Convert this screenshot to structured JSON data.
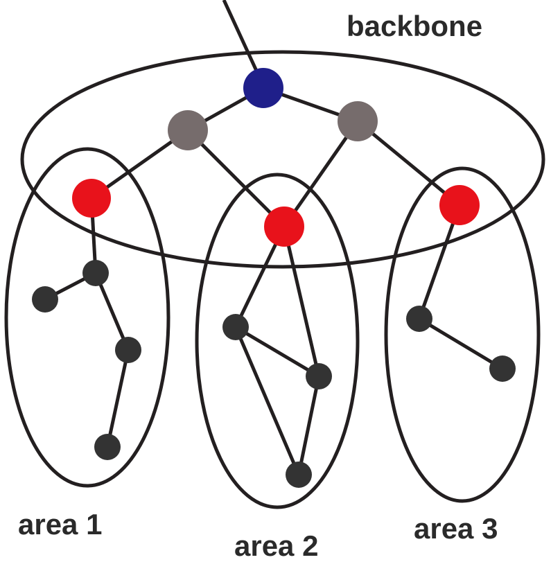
{
  "labels": {
    "backbone": "backbone",
    "area1": "area 1",
    "area2": "area 2",
    "area3": "area 3"
  },
  "colors": {
    "outline": "#231f20",
    "node_dark": "#333333",
    "node_gray": "#766c6c",
    "node_red": "#e8121b",
    "node_blue": "#1f1f8a",
    "text": "#2a2a2a"
  },
  "nodes": [
    {
      "id": "root",
      "color": "blue",
      "role": "backbone root router"
    },
    {
      "id": "gray-left",
      "color": "gray",
      "role": "backbone router"
    },
    {
      "id": "gray-right",
      "color": "gray",
      "role": "backbone router"
    },
    {
      "id": "red-1",
      "color": "red",
      "role": "area border router"
    },
    {
      "id": "red-2",
      "color": "red",
      "role": "area border router"
    },
    {
      "id": "red-3",
      "color": "red",
      "role": "area border router"
    },
    {
      "id": "a1-n1",
      "color": "dark",
      "role": "internal router"
    },
    {
      "id": "a1-n2",
      "color": "dark",
      "role": "internal router"
    },
    {
      "id": "a1-n3",
      "color": "dark",
      "role": "internal router"
    },
    {
      "id": "a1-n4",
      "color": "dark",
      "role": "internal router"
    },
    {
      "id": "a2-n1",
      "color": "dark",
      "role": "internal router"
    },
    {
      "id": "a2-n2",
      "color": "dark",
      "role": "internal router"
    },
    {
      "id": "a2-n3",
      "color": "dark",
      "role": "internal router"
    },
    {
      "id": "a3-n1",
      "color": "dark",
      "role": "internal router"
    },
    {
      "id": "a3-n2",
      "color": "dark",
      "role": "internal router"
    }
  ],
  "edges": [
    [
      "root",
      "gray-left"
    ],
    [
      "root",
      "gray-right"
    ],
    [
      "gray-left",
      "red-1"
    ],
    [
      "gray-left",
      "red-2"
    ],
    [
      "gray-right",
      "red-2"
    ],
    [
      "gray-right",
      "red-3"
    ],
    [
      "red-1",
      "a1-n1"
    ],
    [
      "a1-n1",
      "a1-n2"
    ],
    [
      "a1-n1",
      "a1-n3"
    ],
    [
      "a1-n3",
      "a1-n4"
    ],
    [
      "red-2",
      "a2-n1"
    ],
    [
      "red-2",
      "a2-n2"
    ],
    [
      "a2-n1",
      "a2-n2"
    ],
    [
      "a2-n1",
      "a2-n3"
    ],
    [
      "a2-n2",
      "a2-n3"
    ],
    [
      "red-3",
      "a3-n1"
    ],
    [
      "a3-n1",
      "a3-n2"
    ]
  ]
}
